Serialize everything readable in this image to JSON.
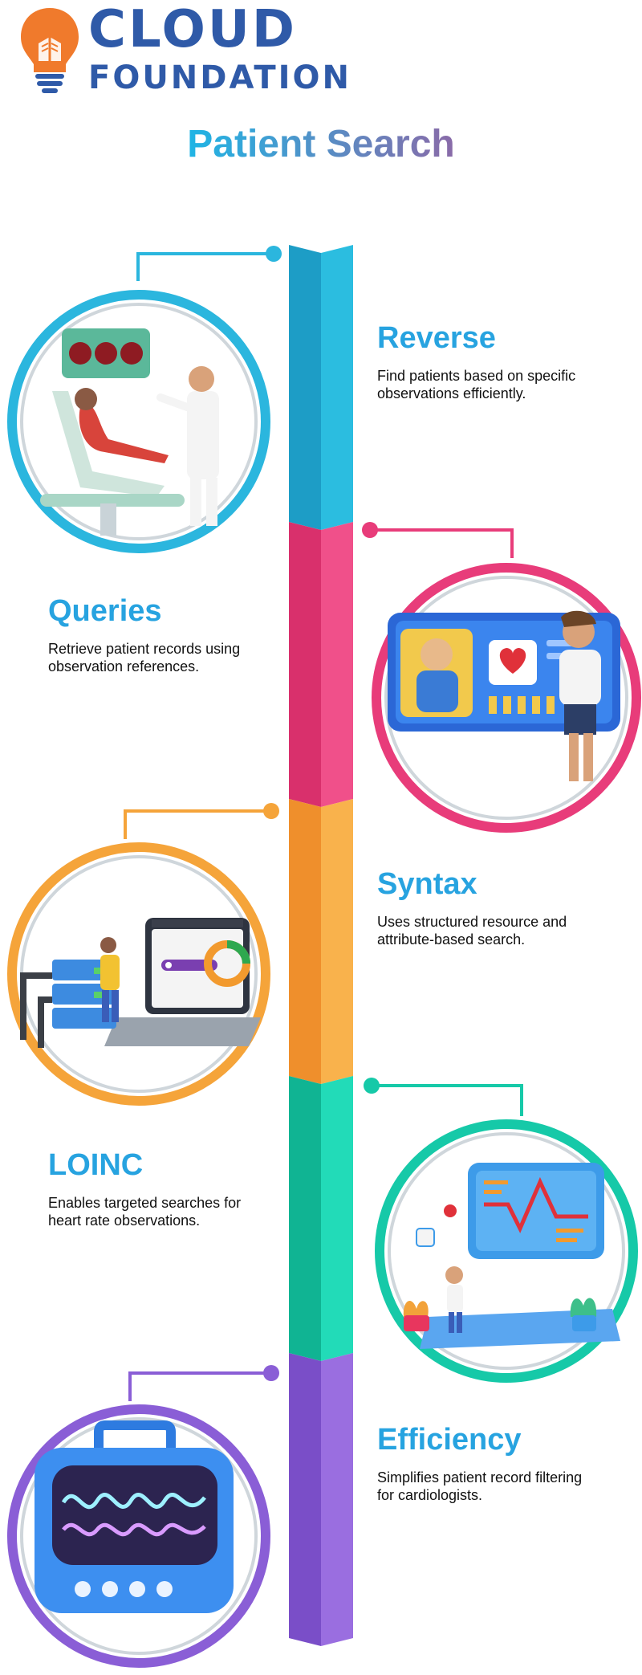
{
  "logo": {
    "line1": "CLOUD",
    "line2": "FOUNDATION"
  },
  "title": "Patient Search",
  "colors": {
    "blue": "#2bb6de",
    "pink": "#e83c7a",
    "orange": "#f5a43a",
    "teal": "#16c9a8",
    "purple": "#8a5ed6",
    "heading": "#27a3e0",
    "brand": "#2f5aa8"
  },
  "sections": [
    {
      "title": "Reverse",
      "desc_line1": "Find patients based on specific",
      "desc_line2": "observations efficiently.",
      "icon": "dental-chair-doctor-illustration"
    },
    {
      "title": "Queries",
      "desc_line1": "Retrieve patient records using",
      "desc_line2": "observation references.",
      "icon": "heart-monitor-doctor-illustration"
    },
    {
      "title": "Syntax",
      "desc_line1": "Uses structured resource and",
      "desc_line2": "attribute-based search.",
      "icon": "server-laptop-search-illustration"
    },
    {
      "title": "LOINC",
      "desc_line1": "Enables targeted searches for",
      "desc_line2": "heart rate observations.",
      "icon": "heart-rate-chart-doctor-illustration"
    },
    {
      "title": "Efficiency",
      "desc_line1": "Simplifies patient record filtering",
      "desc_line2": "for cardiologists.",
      "icon": "ecg-monitor-illustration"
    }
  ]
}
